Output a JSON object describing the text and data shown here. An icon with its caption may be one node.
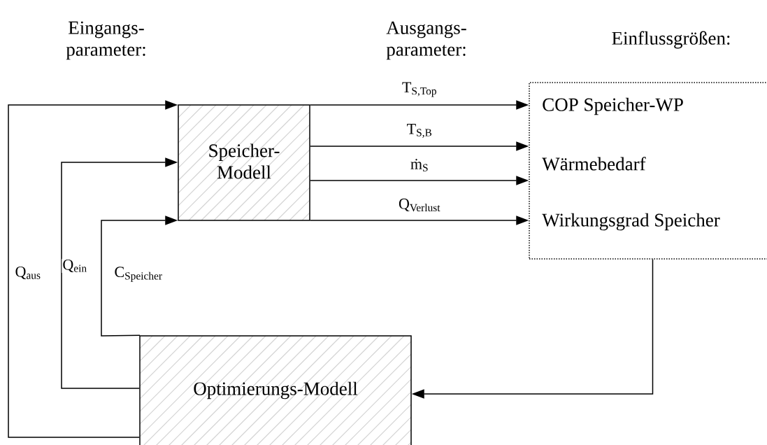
{
  "diagram": {
    "nodes": [
      {
        "text": [
          "Speicher-Modell"
        ]
      },
      {
        "text": [
          "Einflussgrößen:",
          "COP Speicher-WP",
          "Wärmebedarf",
          "Wirkungsgrad Speicher"
        ]
      },
      {
        "text": [
          "Optimierungs-Modell"
        ]
      }
    ],
    "edges": [
      {
        "from": 2,
        "to": 0,
        "arrow": "to",
        "label": "Q$_{aus}$"
      },
      {
        "from": 2,
        "to": 0,
        "arrow": "to",
        "label": "Q$_{ein}$"
      },
      {
        "from": 2,
        "to": 0,
        "arrow": "to",
        "label": "C$_{Speicher}$"
      },
      {
        "from": 0,
        "to": 1,
        "arrow": "to",
        "label": "T$_{S,Top}$"
      },
      {
        "from": 0,
        "to": 1,
        "arrow": "to",
        "label": "T$_{S,B}$"
      },
      {
        "from": 0,
        "to": 1,
        "arrow": "to",
        "label": "ṁ$_{S}$"
      },
      {
        "from": 0,
        "to": 1,
        "arrow": "to",
        "label": "Q$_{Verlust}$"
      },
      {
        "from": 1,
        "to": 2,
        "arrow": "to"
      }
    ],
    "labels": [
      "Eingangs- parameter:",
      "Ausgangs- parameter:"
    ]
  }
}
